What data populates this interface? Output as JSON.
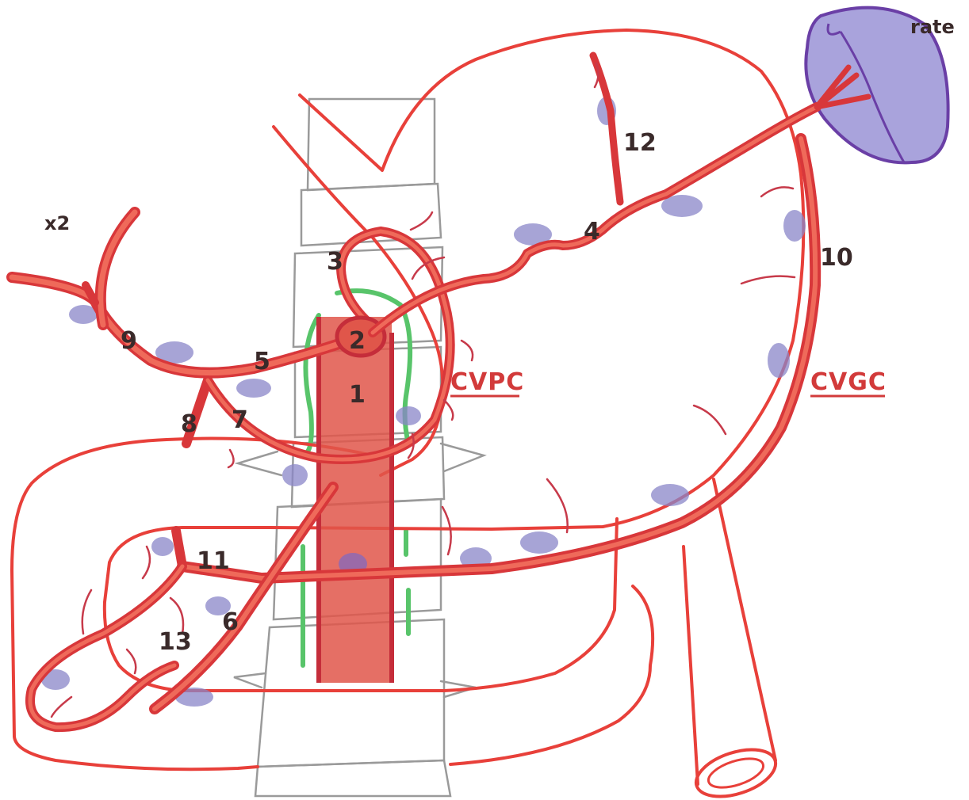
{
  "labels": {
    "n1": "1",
    "n2": "2",
    "n3": "3",
    "n4": "4",
    "n5": "5",
    "n6": "6",
    "n7": "7",
    "n8": "8",
    "n9": "9",
    "n10": "10",
    "n11": "11",
    "n12": "12",
    "n13": "13",
    "x2": "x2",
    "rate": "rate",
    "cvpc": "CVPC",
    "cvgc": "CVGC"
  },
  "colors": {
    "artery": "#d8373a",
    "artery_fill": "#ef6a5a",
    "organ_outline": "#e8403a",
    "aorta": "#e0564a",
    "lymph_node": "#8a86c8",
    "spleen_fill": "#a9a3dc",
    "spleen_outline": "#6a3fa6",
    "spine": "#9a9a9a",
    "green_chain": "#58c46a",
    "label_red": "#d23a3a",
    "label_ink": "#3a2a2a"
  }
}
